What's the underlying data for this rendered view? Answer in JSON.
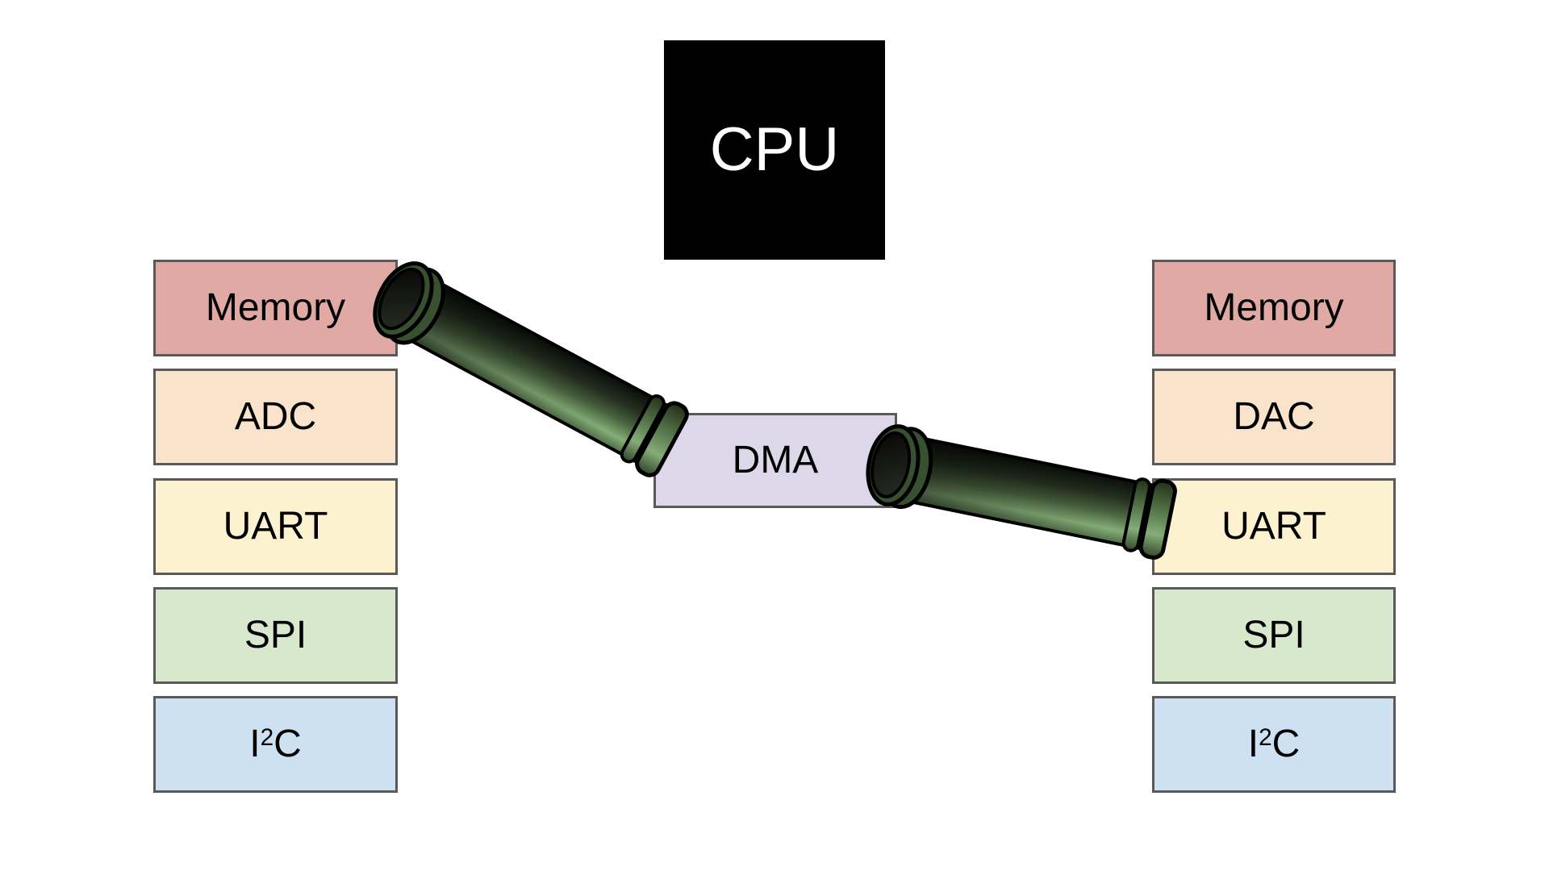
{
  "diagram": {
    "cpu": {
      "label": "CPU",
      "bg": "#000000",
      "text_color": "#ffffff"
    },
    "dma": {
      "label": "DMA",
      "fill": "#ddd8e9"
    },
    "left_column": {
      "items": [
        {
          "id": "memory",
          "label": "Memory",
          "fill": "#e0a9a3"
        },
        {
          "id": "adc",
          "label": "ADC",
          "fill": "#fae3cb"
        },
        {
          "id": "uart",
          "label": "UART",
          "fill": "#fdf2cf"
        },
        {
          "id": "spi",
          "label": "SPI",
          "fill": "#d8e8cd"
        },
        {
          "id": "i2c",
          "label_parts": [
            "I",
            "2",
            "C"
          ],
          "fill": "#cde1f2"
        }
      ]
    },
    "right_column": {
      "items": [
        {
          "id": "memory",
          "label": "Memory",
          "fill": "#e0a9a3"
        },
        {
          "id": "dac",
          "label": "DAC",
          "fill": "#fae3cb"
        },
        {
          "id": "uart",
          "label": "UART",
          "fill": "#fdf2cf"
        },
        {
          "id": "spi",
          "label": "SPI",
          "fill": "#d8e8cd"
        },
        {
          "id": "i2c",
          "label_parts": [
            "I",
            "2",
            "C"
          ],
          "fill": "#cde1f2"
        }
      ]
    },
    "connections": [
      {
        "from": "Memory (left)",
        "to": "DMA",
        "style": "green-pipe"
      },
      {
        "from": "DMA",
        "to": "UART (right)",
        "style": "green-pipe"
      }
    ]
  },
  "colors": {
    "background": "#ffffff",
    "box_border": "#595959",
    "label_text": "#000000",
    "pipe_outline": "#000000",
    "pipe_dark": "#0a0e09",
    "pipe_mid": "#49633f",
    "pipe_light": "#85ad77",
    "pipe_bottom": "#4f6b46",
    "pipe_rim": "#37502f"
  }
}
